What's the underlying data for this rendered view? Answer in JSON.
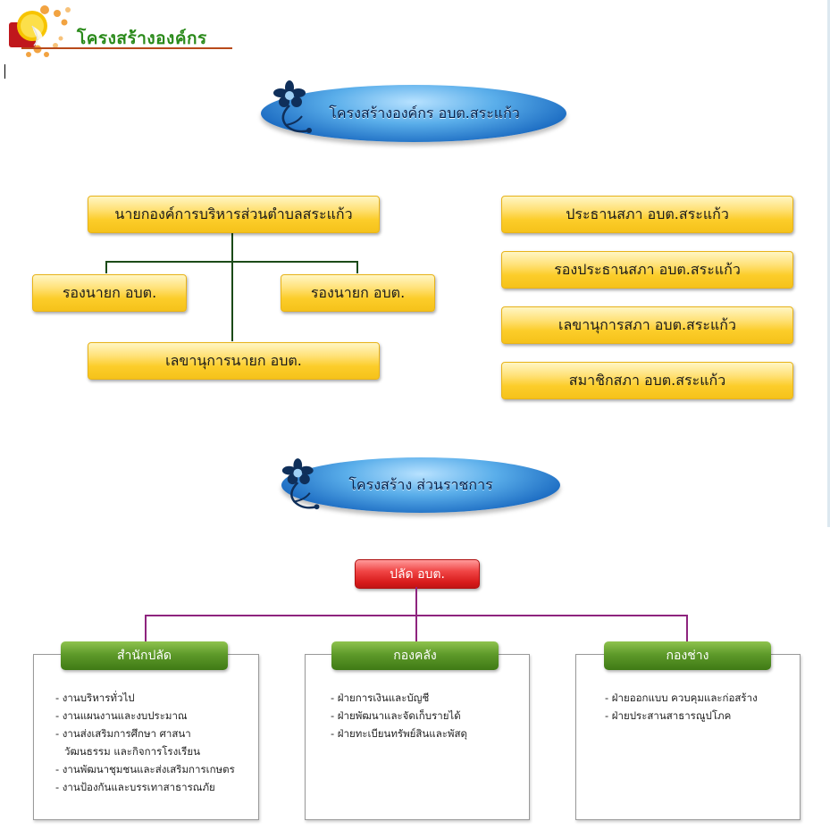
{
  "header": {
    "title": "โครงสร้างองค์กร"
  },
  "banner_top": {
    "text": "โครงสร้างองค์กร อบต.สระแก้ว"
  },
  "executive": {
    "head": "นายกองค์การบริหารส่วนตำบลสระแก้ว",
    "deputy_left": "รองนายก อบต.",
    "deputy_right": "รองนายก อบต.",
    "secretary": "เลขานุการนายก อบต."
  },
  "council": [
    "ประธานสภา อบต.สระแก้ว",
    "รองประธานสภา อบต.สระแก้ว",
    "เลขานุการสภา อบต.สระแก้ว",
    "สมาชิกสภา อบต.สระแก้ว"
  ],
  "banner_bottom": {
    "text": "โครงสร้าง ส่วนราชการ"
  },
  "permanent_secretary": "ปลัด อบต.",
  "departments": [
    {
      "name": "สำนักปลัด",
      "items": [
        "- งานบริหารทั่วไป",
        "- งานแผนงานและงบประมาณ",
        "- งานส่งเสริมการศึกษา ศาสนา",
        "วัฒนธรรม และกิจการโรงเรียน",
        "- งานพัฒนาชุมชนและส่งเสริมการเกษตร",
        "- งานป้องกันและบรรเทาสาธารณภัย"
      ]
    },
    {
      "name": "กองคลัง",
      "items": [
        "-  ฝ่ายการเงินและบัญชี",
        "-  ฝ่ายพัฒนาและจัดเก็บรายได้",
        "-  ฝ่ายทะเบียนทรัพย์สินและพัสดุ"
      ]
    },
    {
      "name": "กองช่าง",
      "items": [
        "-  ฝ่ายออกแบบ ควบคุมและก่อสร้าง",
        "-  ฝ่ายประสานสาธารณูปโภค"
      ]
    }
  ]
}
